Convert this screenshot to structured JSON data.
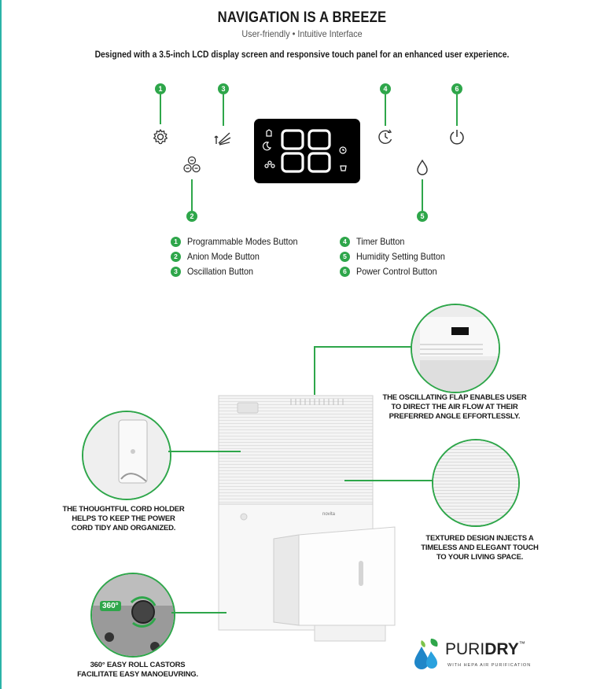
{
  "header": {
    "title": "NAVIGATION IS A BREEZE",
    "subtitle": "User-friendly • Intuitive Interface",
    "intro": "Designed with a 3.5-inch LCD display screen and responsive touch panel for an enhanced user experience."
  },
  "panel": {
    "display_digits": "88",
    "buttons": [
      {
        "number": "1",
        "icon": "gear-icon"
      },
      {
        "number": "2",
        "icon": "anion-icon"
      },
      {
        "number": "3",
        "icon": "oscillation-icon"
      },
      {
        "number": "4",
        "icon": "timer-icon"
      },
      {
        "number": "5",
        "icon": "droplet-icon"
      },
      {
        "number": "6",
        "icon": "power-icon"
      }
    ]
  },
  "legend": [
    {
      "number": "1",
      "label": "Programmable Modes Button"
    },
    {
      "number": "2",
      "label": "Anion Mode Button"
    },
    {
      "number": "3",
      "label": "Oscillation Button"
    },
    {
      "number": "4",
      "label": "Timer Button"
    },
    {
      "number": "5",
      "label": "Humidity Setting Button"
    },
    {
      "number": "6",
      "label": "Power Control Button"
    }
  ],
  "features": {
    "flap": "THE OSCILLATING FLAP ENABLES USER TO DIRECT THE AIR FLOW AT THEIR PREFERRED ANGLE EFFORTLESSLY.",
    "cord_lines": [
      "THE THOUGHTFUL CORD HOLDER",
      "HELPS TO KEEP THE POWER",
      "CORD TIDY AND ORGANIZED."
    ],
    "texture_lines": [
      "TEXTURED DESIGN INJECTS A",
      "TIMELESS AND ELEGANT TOUCH",
      "TO YOUR LIVING SPACE."
    ],
    "castor_lines": [
      "360° EASY ROLL CASTORS",
      "FACILITATE EASY MANOEUVRING."
    ],
    "flap_lines": [
      "THE OSCILLATING FLAP ENABLES USER",
      "TO DIRECT THE AIR FLOW AT THEIR",
      "PREFERRED ANGLE EFFORTLESSLY."
    ],
    "rotation_label": "360°"
  },
  "product": {
    "brand": "novita"
  },
  "logo": {
    "name_light": "PURI",
    "name_bold": "DRY",
    "trademark": "™",
    "tagline": "WITH HEPA AIR PURIFICATION"
  },
  "colors": {
    "accent": "#2ea64a",
    "lcd": "#000000"
  }
}
